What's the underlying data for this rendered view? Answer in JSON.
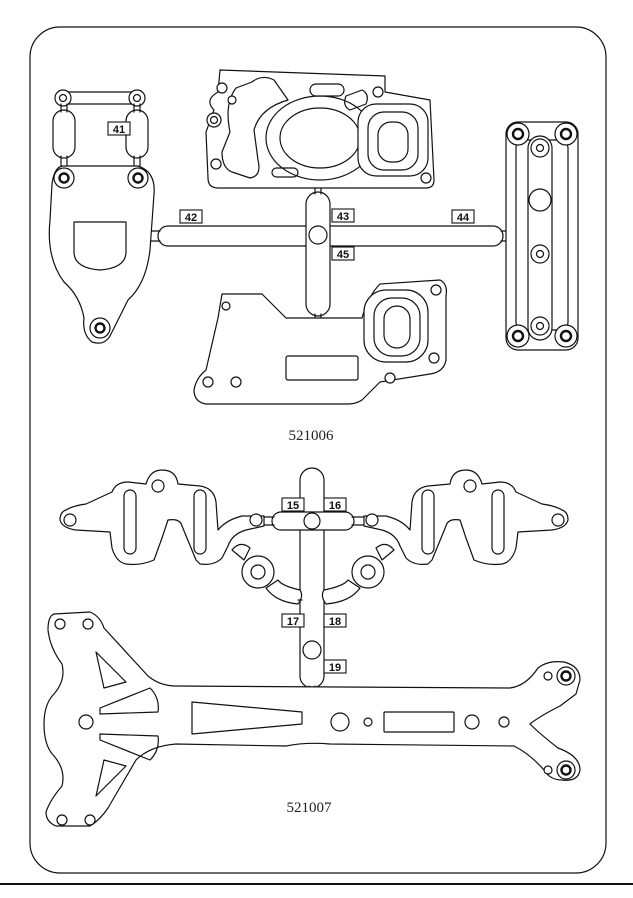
{
  "sheet": {
    "upper_code": "521006",
    "lower_code": "521007"
  },
  "part_labels": {
    "p41": "41",
    "p42": "42",
    "p43": "43",
    "p44": "44",
    "p45": "45",
    "p15": "15",
    "p16": "16",
    "p17": "17",
    "p18": "18",
    "p19": "19"
  }
}
